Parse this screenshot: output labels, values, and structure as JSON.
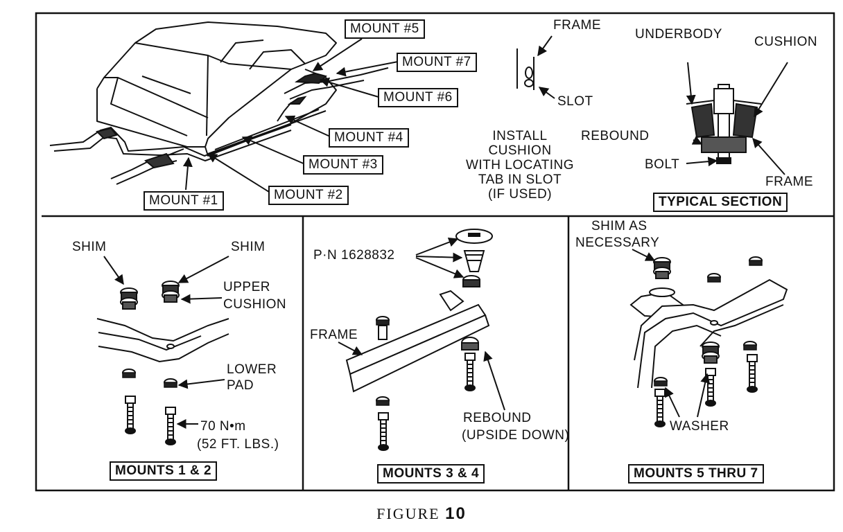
{
  "figure": {
    "caption_word": "FIGURE",
    "caption_number": "10"
  },
  "top_panel": {
    "mount_labels": {
      "m5": "MOUNT #5",
      "m7": "MOUNT #7",
      "m6": "MOUNT #6",
      "m4": "MOUNT #4",
      "m3": "MOUNT #3",
      "m2": "MOUNT #2",
      "m1": "MOUNT #1"
    },
    "slot_detail": {
      "frame": "FRAME",
      "slot": "SLOT"
    },
    "install_note": [
      "INSTALL",
      "CUSHION",
      "WITH LOCATING",
      "TAB IN SLOT",
      "(IF USED)"
    ],
    "typical_section": {
      "underbody": "UNDERBODY",
      "cushion": "CUSHION",
      "rebound": "REBOUND",
      "bolt": "BOLT",
      "frame": "FRAME",
      "title": "TYPICAL SECTION"
    }
  },
  "panel_1_2": {
    "shim_left": "SHIM",
    "shim_right": "SHIM",
    "upper_cushion": [
      "UPPER",
      "CUSHION"
    ],
    "lower_pad": [
      "LOWER",
      "PAD"
    ],
    "torque": [
      "70 N•m",
      "(52 FT. LBS.)"
    ],
    "title": "MOUNTS 1 & 2"
  },
  "panel_3_4": {
    "part_number": "P·N 1628832",
    "frame": "FRAME",
    "rebound": [
      "REBOUND",
      "(UPSIDE DOWN)"
    ],
    "title": "MOUNTS 3 & 4"
  },
  "panel_5_7": {
    "shim": [
      "SHIM AS",
      "NECESSARY"
    ],
    "washer": "WASHER",
    "title": "MOUNTS 5 THRU 7"
  }
}
